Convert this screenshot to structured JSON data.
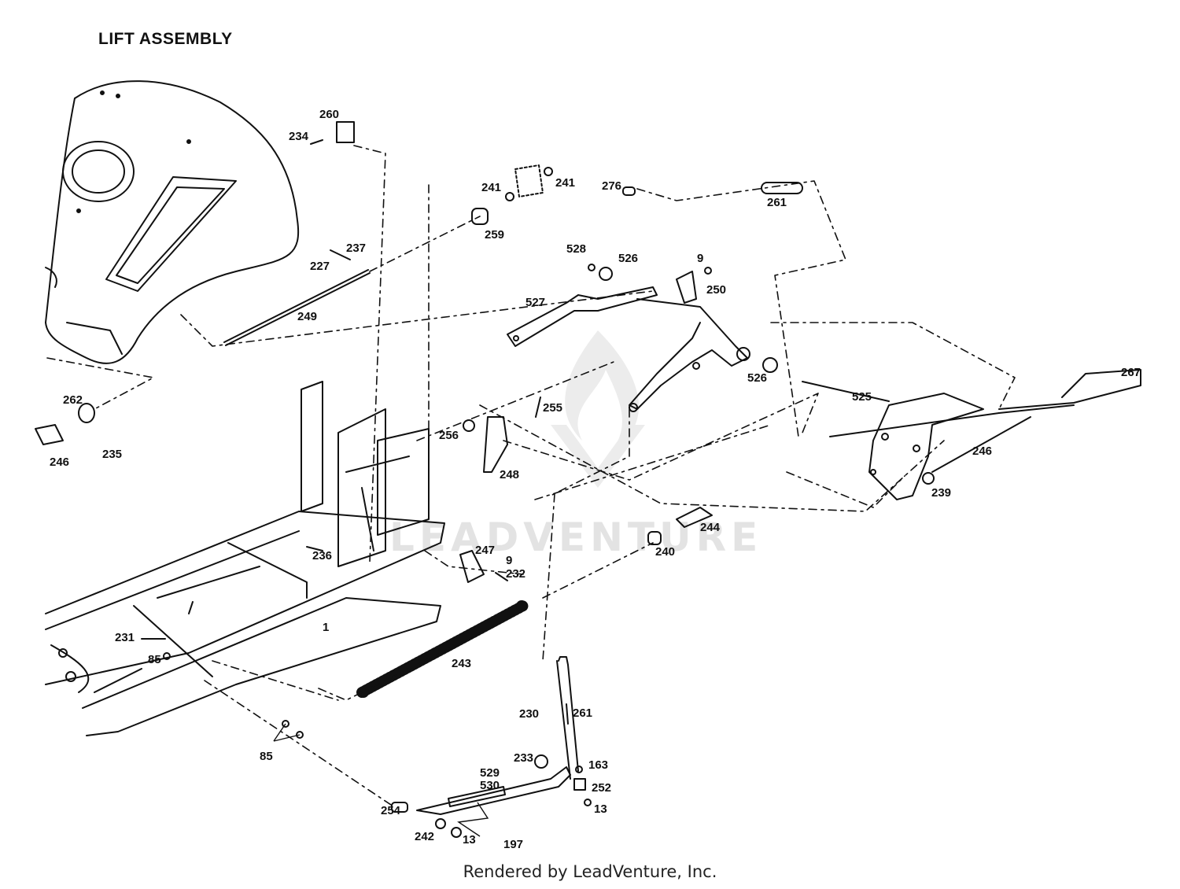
{
  "title": "LIFT ASSEMBLY",
  "footer": "Rendered by LeadVenture, Inc.",
  "watermark": "LEADVENTURE",
  "colors": {
    "line": "#111111",
    "watermark": "#e3e3e3"
  },
  "callouts": [
    "260",
    "234",
    "241",
    "241",
    "276",
    "261",
    "259",
    "237",
    "227",
    "249",
    "528",
    "526",
    "9",
    "250",
    "527",
    "526",
    "525",
    "267",
    "262",
    "246",
    "235",
    "255",
    "256",
    "248",
    "246",
    "239",
    "244",
    "240",
    "236",
    "247",
    "9",
    "232",
    "1",
    "231",
    "85",
    "243",
    "230",
    "261",
    "233",
    "163",
    "529",
    "530",
    "252",
    "13",
    "85",
    "254",
    "242",
    "13",
    "197"
  ]
}
